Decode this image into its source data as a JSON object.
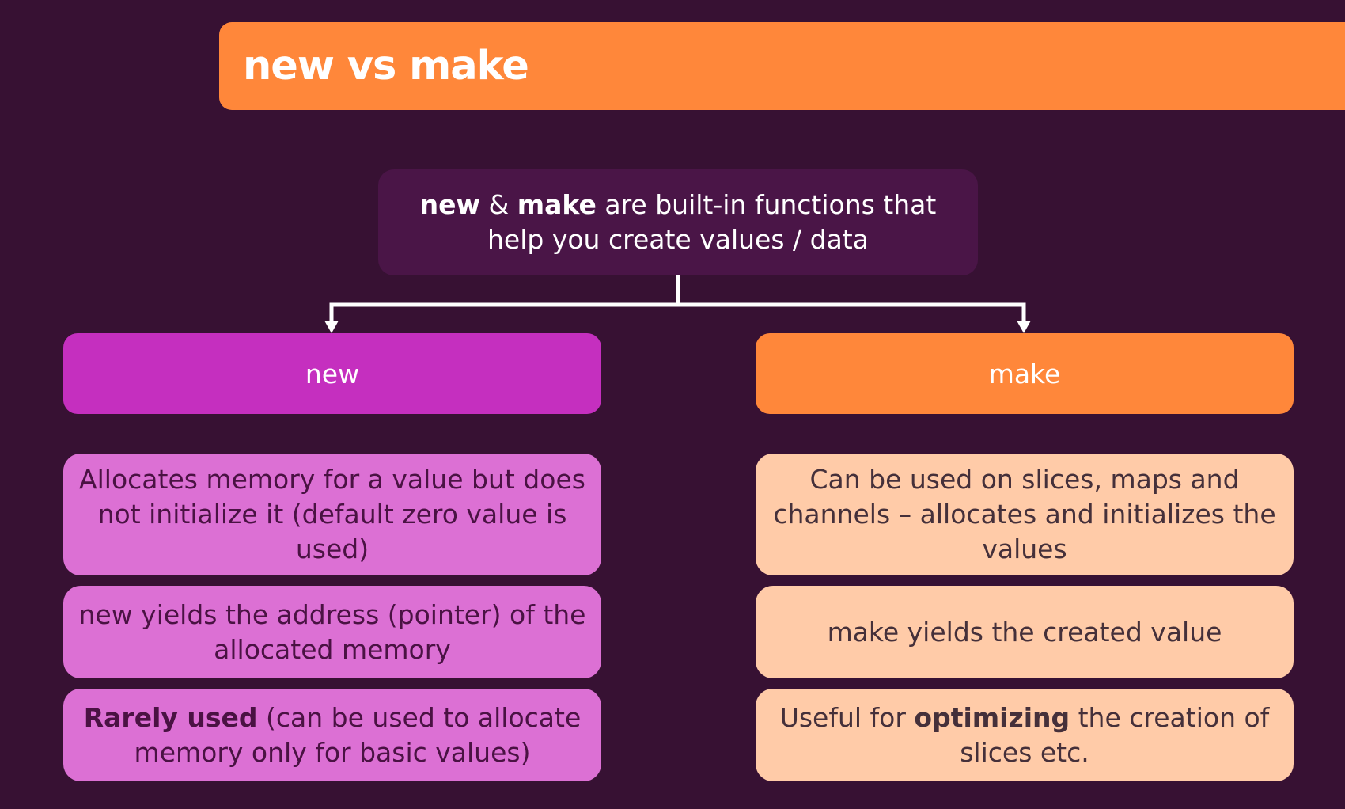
{
  "title": "new vs make",
  "intro": {
    "bold1": "new",
    "amp": " & ",
    "bold2": "make",
    "rest1": " are built-in functions that",
    "line2": "help you create values / data"
  },
  "columns": {
    "new": {
      "label": "new",
      "card1": "Allocates memory for a value but does not initialize it (default zero value is used)",
      "card2": "new yields the address (pointer) of the allocated memory",
      "card3_bold": "Rarely used",
      "card3_rest": " (can be used to allocate memory only for basic values)"
    },
    "make": {
      "label": "make",
      "card1": "Can be used on slices, maps and channels – allocates and initializes the values",
      "card2": "make yields the created value",
      "card3_pre": "Useful for ",
      "card3_bold": "optimizing",
      "card3_rest": " the creation of slices etc."
    }
  },
  "colors": {
    "background": "#371133",
    "accent_orange": "#ff873a",
    "accent_magenta": "#c52fbf",
    "card_pink": "#dc70d4",
    "card_peach": "#ffcba8"
  }
}
